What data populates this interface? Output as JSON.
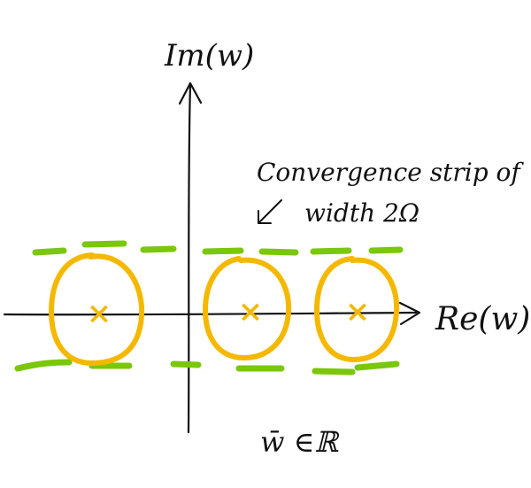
{
  "labels": {
    "im_axis": "Im(w)",
    "re_axis": "Re(w)",
    "annotation_line1": "Convergence strip of",
    "annotation_line2": "width 2Ω",
    "bottom_note": "w̄ ∈ℝ"
  },
  "poles": [
    {
      "marker": "×"
    },
    {
      "marker": "×"
    },
    {
      "marker": "×"
    }
  ],
  "colors": {
    "ink": "#111111",
    "circle": "#f5b800",
    "pole": "#f5b800",
    "strip": "#7ac70c"
  }
}
